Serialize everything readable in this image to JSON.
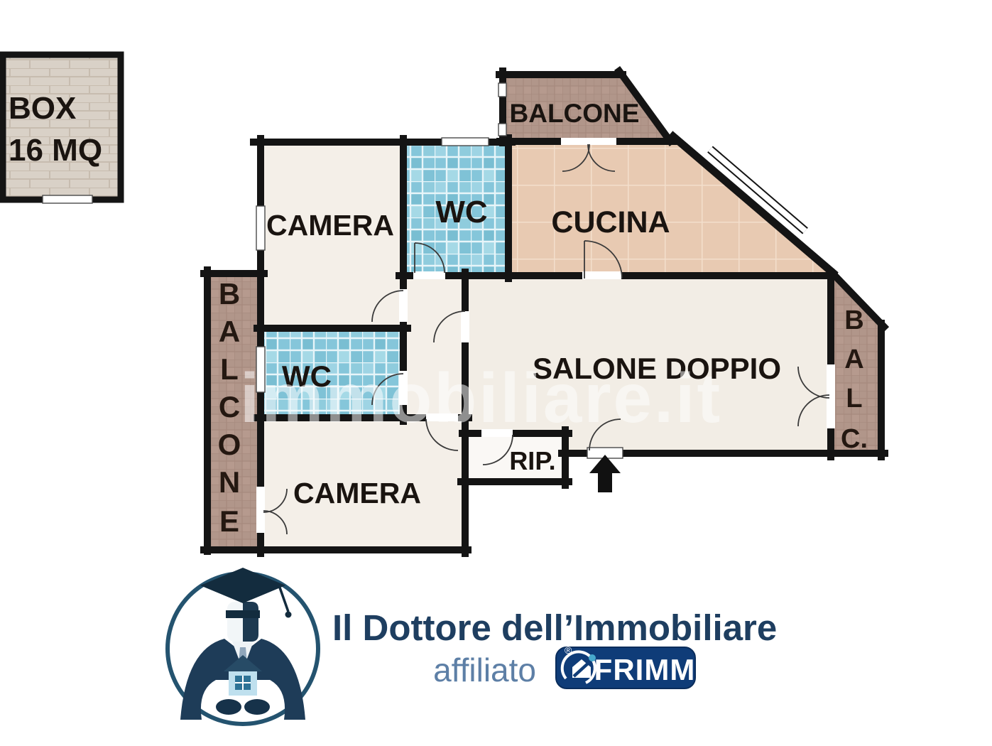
{
  "plan": {
    "rooms": {
      "box_line1": "BOX",
      "box_line2": "16 MQ",
      "balcone_top": "BALCONE",
      "camera_top": "CAMERA",
      "wc_top": "WC",
      "cucina": "CUCINA",
      "salone": "SALONE DOPPIO",
      "wc_bottom": "WC",
      "camera_bottom": "CAMERA",
      "rip": "RIP.",
      "balcone_left_letters": [
        "B",
        "A",
        "L",
        "C",
        "O",
        "N",
        "E"
      ],
      "balc_right_letters": [
        "B",
        "A",
        "L",
        "C."
      ]
    },
    "watermark": "immobiliare.it"
  },
  "footer": {
    "title": "Il Dottore dell’Immobiliare",
    "subtitle": "affiliato",
    "brand": "FRIMM",
    "registered": "®"
  },
  "colors": {
    "wall": "#141414",
    "room_cream": "#f4efe8",
    "tile_blue": "#85c6da",
    "kitchen_tan": "#e8cab2",
    "balcony_mauve": "#b1968a",
    "box_grey": "#d9d1c7",
    "logo_navy": "#1e3e60",
    "affiliato_blue": "#5d7fa6",
    "frimm_blue": "#0f3c78",
    "logo_teal": "#2f93ad"
  }
}
